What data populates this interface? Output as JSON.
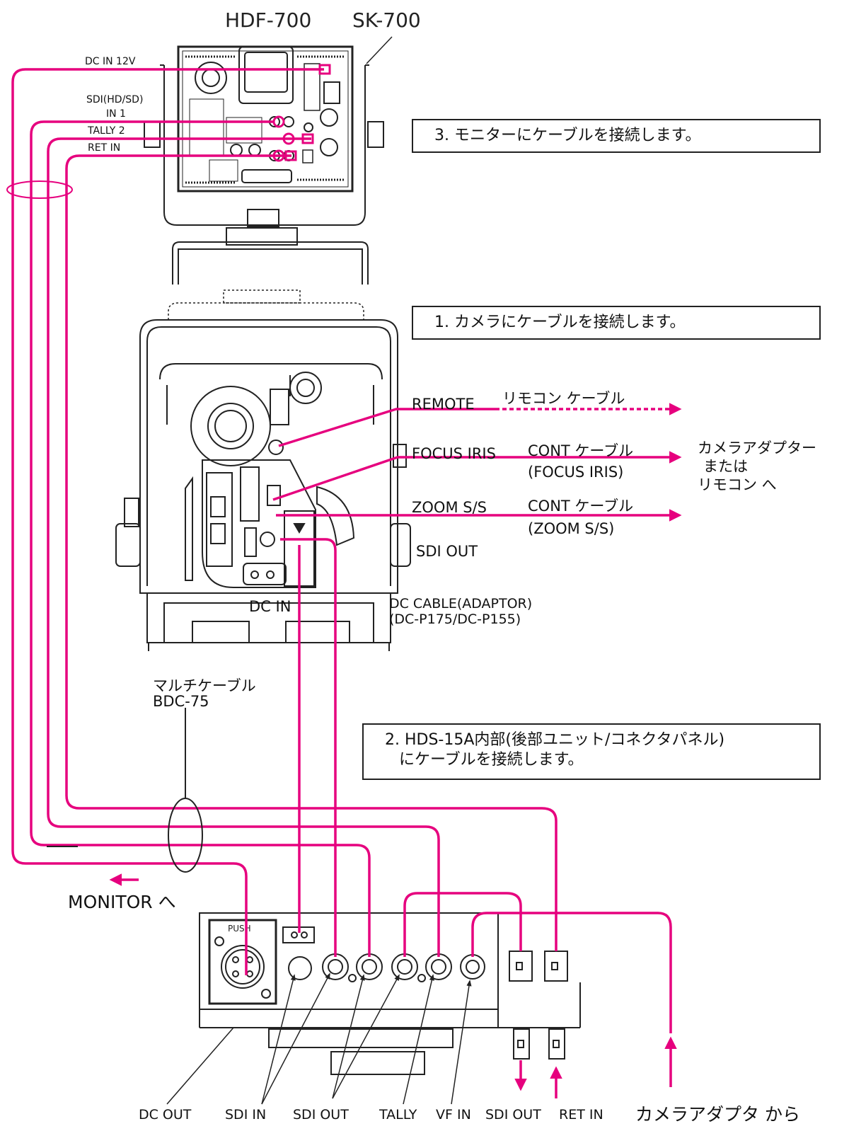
{
  "colors": {
    "cable": "#e6007e",
    "ink": "#222222"
  },
  "titles": {
    "monitor_model": "HDF-700",
    "stand_model": "SK-700"
  },
  "steps": {
    "step3": "3. モニターにケーブルを接続します。",
    "step1": "1. カメラにケーブルを接続します。",
    "step2_line1": "2. HDS-15A内部(後部ユニット/コネクタパネル)",
    "step2_line2": "にケーブルを接続します。"
  },
  "monitor_ports": {
    "dc_in": "DC IN 12V",
    "sdi_line1": "SDI(HD/SD)",
    "sdi_line2": "IN 1",
    "tally": "TALLY 2",
    "ret_in": "RET IN"
  },
  "camera_ports": {
    "remote": "REMOTE",
    "remote_cable": "リモコン ケーブル",
    "focus_iris": "FOCUS IRIS",
    "cont_cable_1": "CONT ケーブル",
    "cont_cable_1_sub": "(FOCUS IRIS)",
    "zoom": "ZOOM S/S",
    "cont_cable_2": "CONT ケーブル",
    "cont_cable_2_sub": "(ZOOM S/S)",
    "destination_1": "カメラアダプター",
    "destination_2": "または",
    "destination_3": "リモコン へ",
    "sdi_out": "SDI OUT",
    "dc_in": "DC IN",
    "dc_cable_1": "DC CABLE(ADAPTOR)",
    "dc_cable_2": "(DC-P175/DC-P155)"
  },
  "multi_cable": {
    "name": "マルチケーブル",
    "model": "BDC-75",
    "monitor_dest": "MONITOR へ"
  },
  "panel_labels": {
    "push": "PUSH",
    "dc_out": "DC OUT",
    "sdi_in": "SDI IN",
    "sdi_out": "SDI OUT",
    "tally": "TALLY",
    "vf_in": "VF IN",
    "sdi_out_2": "SDI OUT",
    "ret_in": "RET IN",
    "from_adapter": "カメラアダプタ から"
  }
}
